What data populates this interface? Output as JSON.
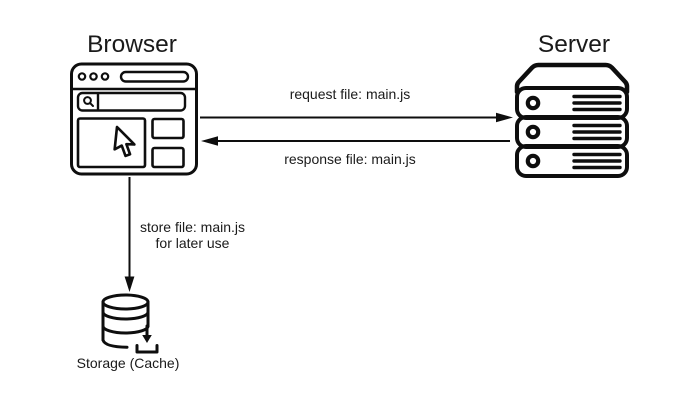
{
  "diagram": {
    "colors": {
      "background": "#ffffff",
      "line": "#0e0e0e",
      "text": "#1a1a1a"
    },
    "browser": {
      "title": "Browser"
    },
    "server": {
      "title": "Server"
    },
    "storage": {
      "label": "Storage (Cache)"
    },
    "arrows": {
      "request": {
        "label": "request file: main.js"
      },
      "response": {
        "label": "response file: main.js"
      },
      "store": {
        "line1": "store file: main.js",
        "line2": "for later use"
      }
    }
  }
}
